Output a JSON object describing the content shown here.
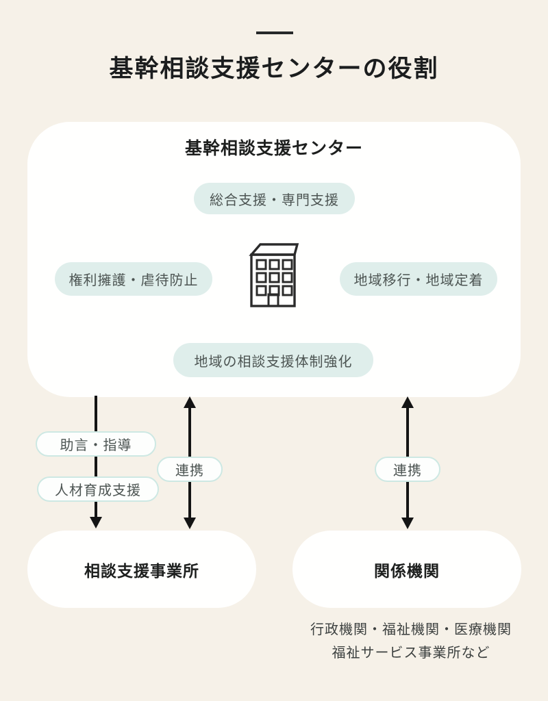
{
  "colors": {
    "background": "#f6f1e8",
    "card": "#fffffe",
    "mint_fill": "#dfeeeb",
    "mint_border": "#cde8e3",
    "text_dark": "#1d1f1e",
    "text_soft": "#4c5452",
    "arrow": "#141414"
  },
  "header": {
    "title": "基幹相談支援センターの役割"
  },
  "center": {
    "title": "基幹相談支援センター",
    "pill_top": "総合支援・専門支援",
    "pill_left": "権利擁護・虐待防止",
    "pill_right": "地域移行・地域定着",
    "pill_bottom": "地域の相談支援体制強化",
    "icon": "building-icon"
  },
  "connections": {
    "advice_pills": [
      "助言・指導",
      "人材育成支援"
    ],
    "link_pills": [
      "連携",
      "連携"
    ]
  },
  "bottom": {
    "left_box": "相談支援事業所",
    "right_box": "関係機関",
    "note_lines": [
      "行政機関・福祉機関・医療機関",
      "福祉サービス事業所など"
    ]
  }
}
